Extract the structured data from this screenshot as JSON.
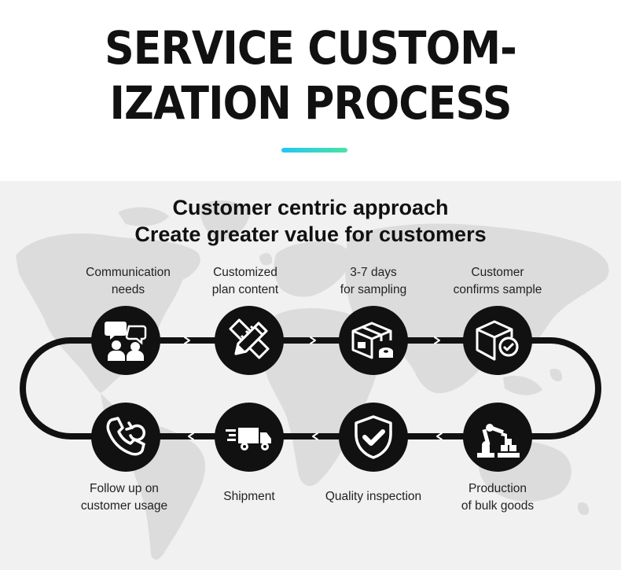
{
  "header": {
    "title_line1": "SERVICE CUSTOM-",
    "title_line2": "IZATION PROCESS",
    "accent_gradient": [
      "#25c6f4",
      "#49e3a2"
    ]
  },
  "panel": {
    "subtitle_line1": "Customer centric approach",
    "subtitle_line2": "Create greater value for customers",
    "background": "#f1f1f1",
    "map_color": "#dcdcdc"
  },
  "steps": [
    {
      "line1": "Communication",
      "line2": "needs",
      "icon": "chat-people-icon"
    },
    {
      "line1": "Customized",
      "line2": "plan content",
      "icon": "pencil-ruler-icon"
    },
    {
      "line1": "3-7 days",
      "line2": "for sampling",
      "icon": "box-tape-icon"
    },
    {
      "line1": "Customer",
      "line2": "confirms sample",
      "icon": "box-check-icon"
    },
    {
      "line1": "Production",
      "line2": "of bulk goods",
      "icon": "robot-arm-icon"
    },
    {
      "line1": "Quality inspection",
      "line2": "",
      "icon": "shield-check-icon"
    },
    {
      "line1": "Shipment",
      "line2": "",
      "icon": "delivery-truck-icon"
    },
    {
      "line1": "Follow up on",
      "line2": "customer usage",
      "icon": "phone-callback-icon"
    }
  ],
  "colors": {
    "circle": "#111111",
    "track": "#111111",
    "icon": "#ffffff"
  }
}
